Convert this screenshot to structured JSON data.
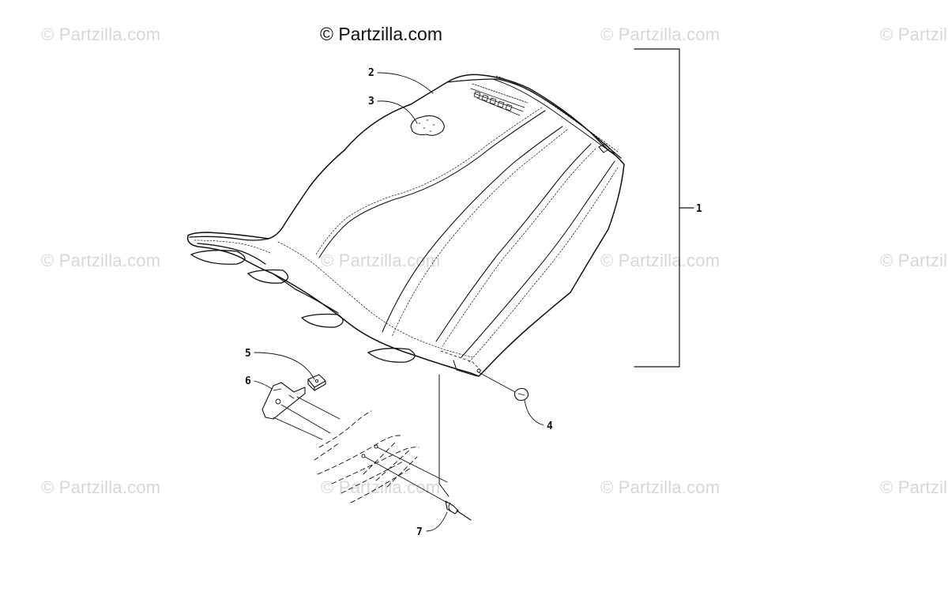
{
  "watermarks": {
    "main": "© Partzilla.com",
    "repeat": "© Partzilla.com"
  },
  "callouts": {
    "c1": "1",
    "c2": "2",
    "c3": "3",
    "c4": "4",
    "c5": "5",
    "c6": "6",
    "c7": "7"
  },
  "colors": {
    "line": "#111111",
    "watermark": "#d7d7d7"
  }
}
